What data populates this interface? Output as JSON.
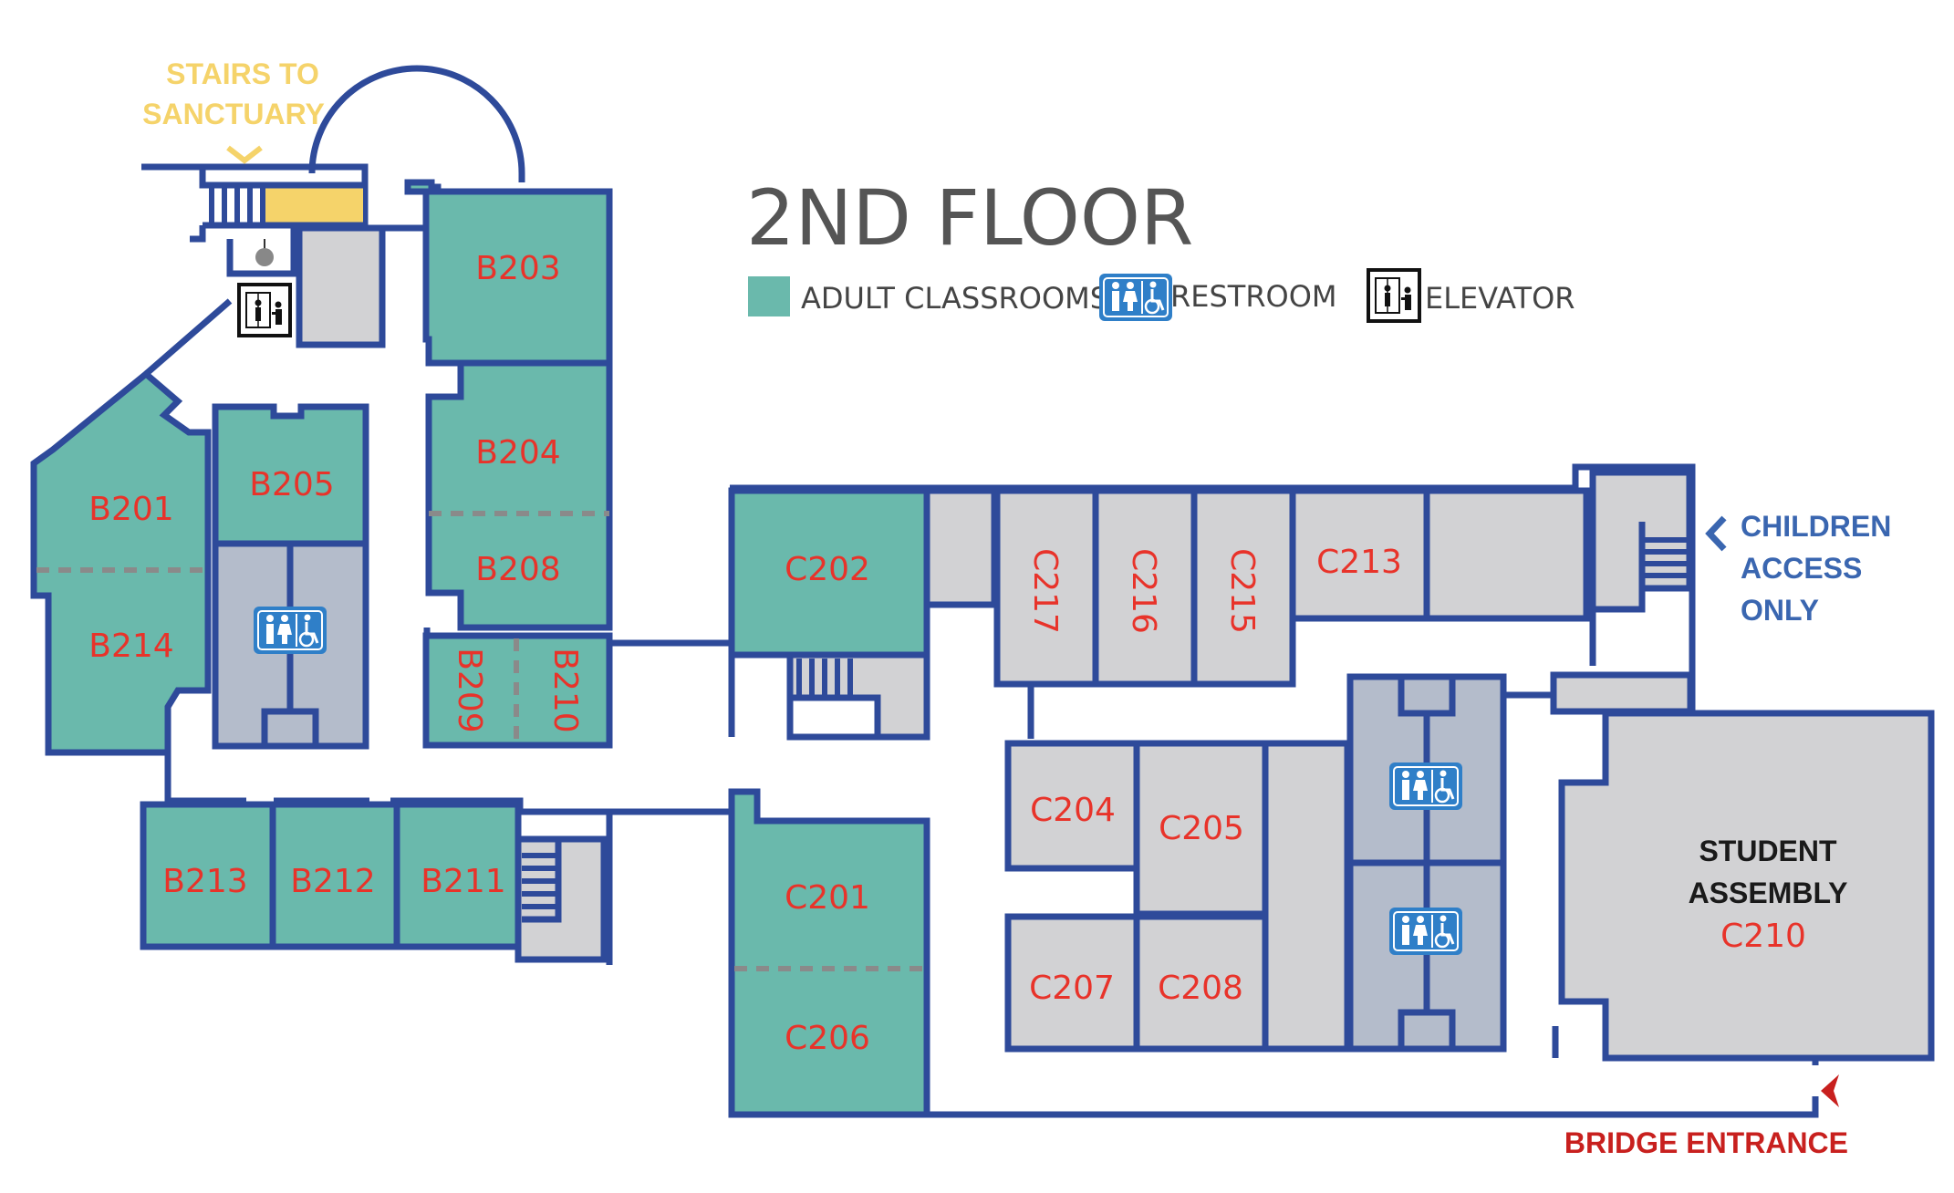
{
  "title": "2ND FLOOR",
  "legend": {
    "adult": "ADULT CLASSROOMS",
    "restroom": "RESTROOM",
    "elevator": "ELEVATOR"
  },
  "callouts": {
    "stairs_line1": "STAIRS TO",
    "stairs_line2": "SANCTUARY",
    "children_line1": "CHILDREN",
    "children_line2": "ACCESS",
    "children_line3": "ONLY",
    "bridge": "BRIDGE ENTRANCE"
  },
  "rooms": {
    "B201": "B201",
    "B203": "B203",
    "B204": "B204",
    "B205": "B205",
    "B208": "B208",
    "B209": "B209",
    "B210": "B210",
    "B211": "B211",
    "B212": "B212",
    "B213": "B213",
    "B214": "B214",
    "C201": "C201",
    "C202": "C202",
    "C204": "C204",
    "C205": "C205",
    "C206": "C206",
    "C207": "C207",
    "C208": "C208",
    "C213": "C213",
    "C215": "C215",
    "C216": "C216",
    "C217": "C217",
    "C210": "C210"
  },
  "assembly": {
    "line1": "STUDENT",
    "line2": "ASSEMBLY"
  },
  "colors": {
    "adult_classroom": "#6ab9ac",
    "other_room": "#d2d2d4",
    "restroom_room": "#b4bccb",
    "wall": "#2e4a9a",
    "room_label": "#e8332a",
    "stairs_callout": "#f5d36a",
    "children_callout": "#3a66b0",
    "bridge_callout": "#c8201e",
    "restroom_icon": "#2f7fc8"
  }
}
